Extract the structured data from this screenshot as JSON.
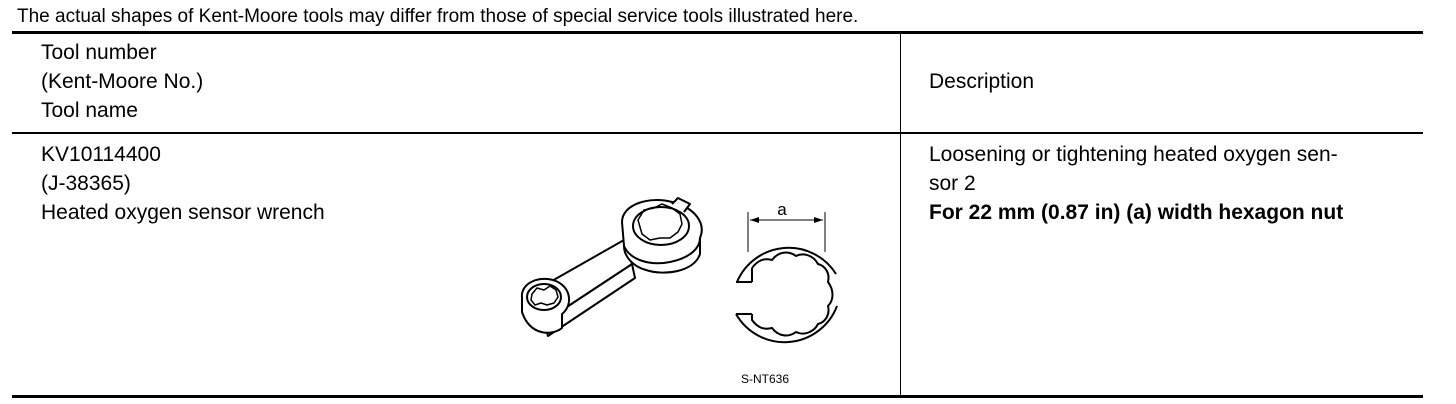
{
  "note": "The actual shapes of Kent-Moore tools may differ from those of special service tools illustrated here.",
  "table": {
    "headers": {
      "tool": [
        "Tool number",
        "(Kent-Moore No.)",
        "Tool name"
      ],
      "description": "Description"
    },
    "rows": [
      {
        "tool_number": "KV10114400",
        "kent_moore_no": "(J-38365)",
        "tool_name": "Heated oxygen sensor wrench",
        "description_line1": "Loosening or tightening heated oxygen sen-",
        "description_line2": "sor 2",
        "description_bold": "For 22 mm (0.87 in) (a) width hexagon nut",
        "figure": {
          "dimension_label": "a",
          "figure_code": "S-NT636",
          "icons": [
            "wrench-illustration",
            "hexagon-opening-illustration"
          ]
        }
      }
    ]
  }
}
